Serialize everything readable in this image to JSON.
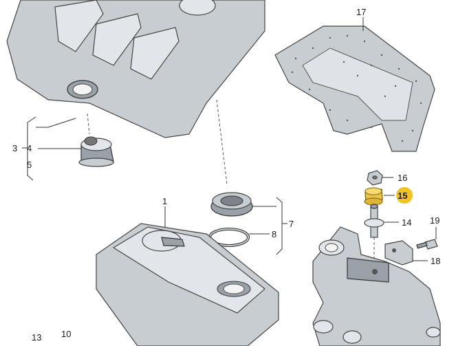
{
  "callouts": {
    "c1": "1",
    "c3": "3",
    "c4": "4",
    "c5": "5",
    "c7": "7",
    "c8": "8",
    "c10": "10",
    "c13": "13",
    "c14": "14",
    "c15": "15",
    "c16": "16",
    "c17": "17",
    "c18": "18",
    "c19": "19"
  },
  "colors": {
    "highlight": "#f3c324",
    "part_fill": "#c8cdd2",
    "outline": "#333333"
  },
  "highlighted_part": "15"
}
